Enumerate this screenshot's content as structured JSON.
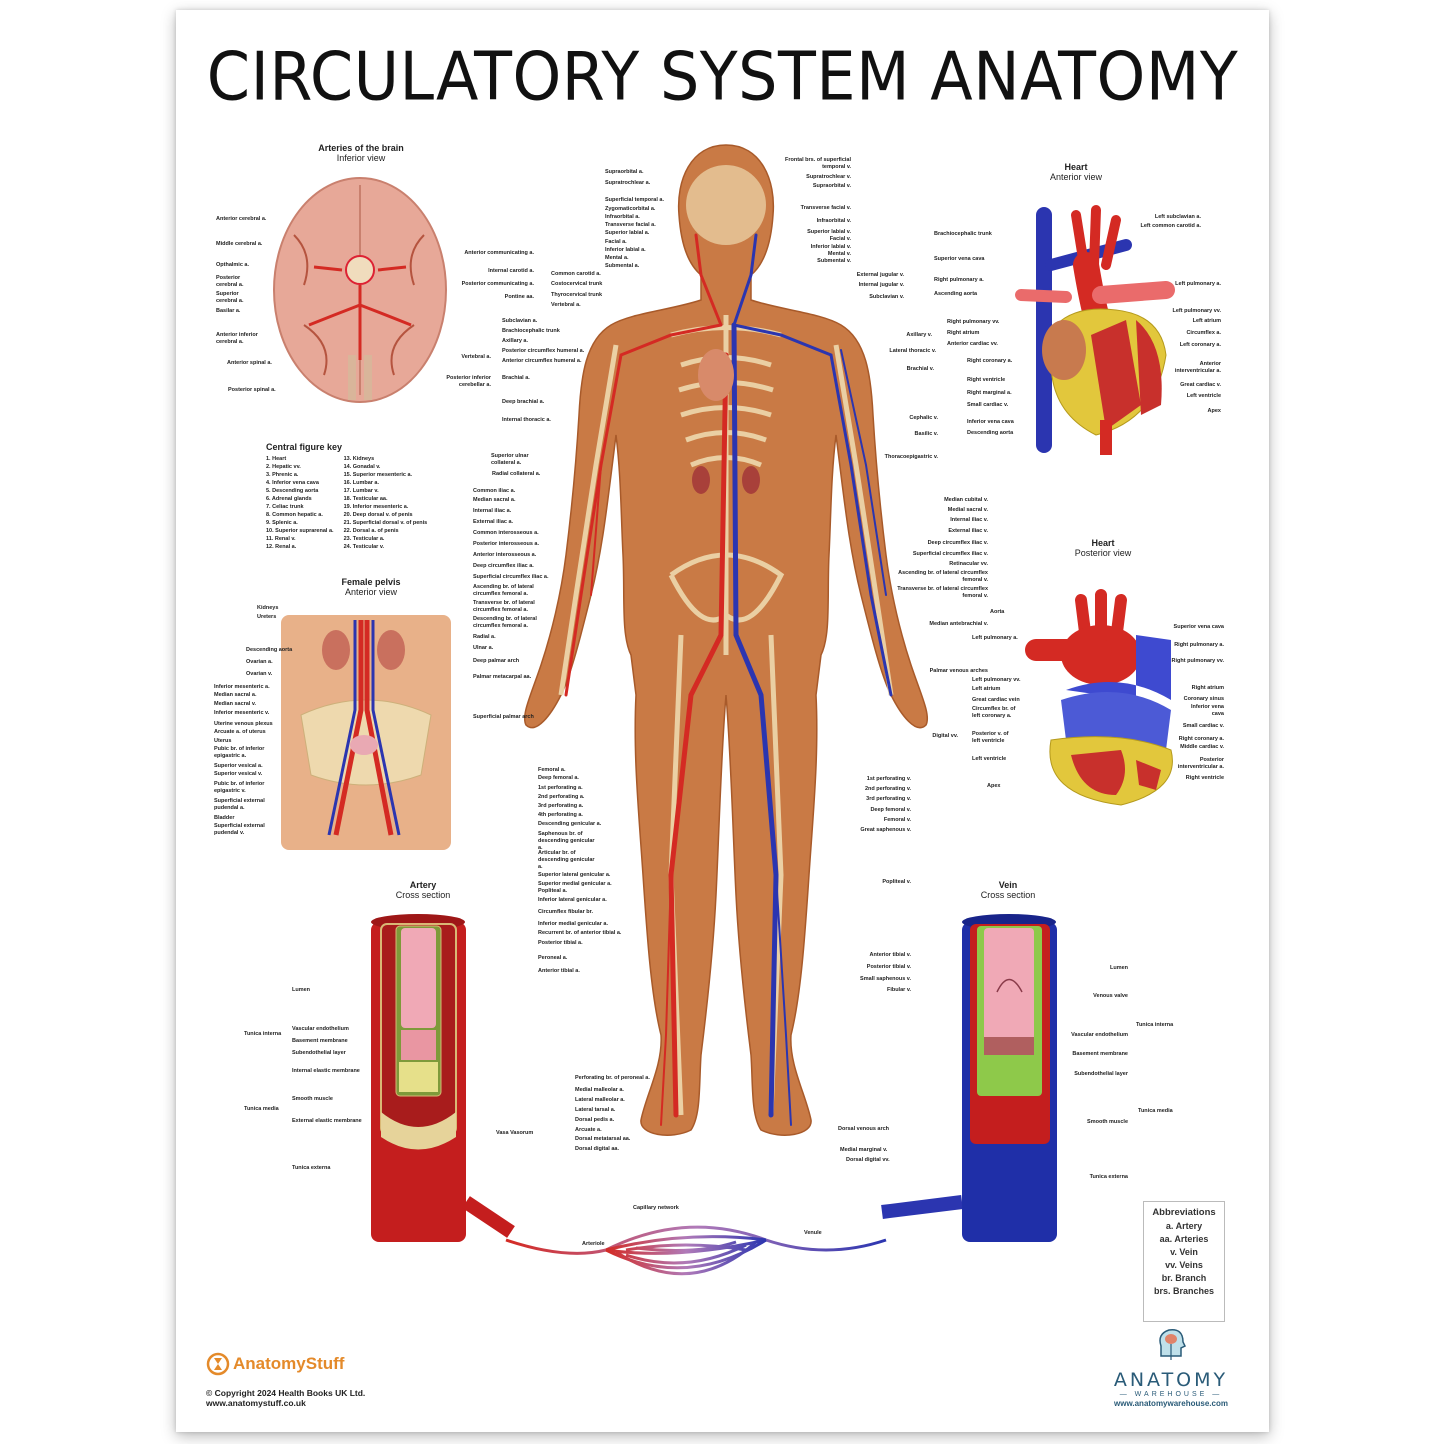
{
  "title": "CIRCULATORY SYSTEM ANATOMY",
  "brain": {
    "title": "Arteries of the brain",
    "subtitle": "Inferior view",
    "labels_left": [
      "Anterior cerebral a.",
      "Middle cerebral a.",
      "Opthalmic a.",
      "Posterior cerebral a.",
      "Superior cerebral a.",
      "Basilar a.",
      "Anterior inferior cerebral a.",
      "Anterior spinal a.",
      "Posterior spinal a."
    ],
    "labels_right": [
      "Anterior communicating a.",
      "Internal carotid a.",
      "Posterior communicating a.",
      "Pontine aa.",
      "Vertebral a.",
      "Posterior inferior cerebellar a."
    ]
  },
  "central_key": {
    "title": "Central figure key",
    "col1": [
      "1. Heart",
      "2. Hepatic vv.",
      "3. Phrenic a.",
      "4. Inferior vena cava",
      "5. Descending aorta",
      "6. Adrenal glands",
      "7. Celiac trunk",
      "8. Common hepatic a.",
      "9. Splenic a.",
      "10. Superior suprarenal a.",
      "11. Renal v.",
      "12. Renal a."
    ],
    "col2": [
      "13. Kidneys",
      "14. Gonadal v.",
      "15. Superior mesenteric a.",
      "16. Lumbar a.",
      "17. Lumbar v.",
      "18. Testicular aa.",
      "19. Inferior mesenteric a.",
      "20. Deep dorsal v. of penis",
      "21. Superficial dorsal v. of penis",
      "22. Dorsal a. of penis",
      "23. Testicular a.",
      "24. Testicular v."
    ]
  },
  "pelvis": {
    "title": "Female pelvis",
    "subtitle": "Anterior view",
    "labels": [
      "Kidneys",
      "Ureters",
      "Descending aorta",
      "Ovarian a.",
      "Ovarian v.",
      "Inferior mesenteric a.",
      "Median sacral a.",
      "Median sacral v.",
      "Inferior mesenteric v.",
      "Uterine venous plexus",
      "Arcuate a. of uterus",
      "Uterus",
      "Pubic br. of inferior epigastric a.",
      "Superior vesical a.",
      "Superior vesical v.",
      "Pubic br. of inferior epigastric v.",
      "Superficial external pudendal a.",
      "Bladder",
      "Superficial external pudendal v."
    ]
  },
  "central_figure": {
    "head_left": [
      "Supraorbital a.",
      "Supratrochlear a.",
      "Superficial temporal a.",
      "Zygomaticorbital a.",
      "Infraorbital a.",
      "Transverse facial a.",
      "Superior labial a.",
      "Facial a.",
      "Inferior labial a.",
      "Mental a.",
      "Submental a."
    ],
    "neck_left": [
      "Common carotid a.",
      "Costocervical trunk",
      "Thyrocervical trunk",
      "Vertebral a."
    ],
    "arm_left": [
      "Subclavian a.",
      "Brachiocephalic trunk",
      "Axillary a.",
      "Posterior circumflex humeral a.",
      "Anterior circumflex humeral a.",
      "Brachial a.",
      "Deep brachial a.",
      "Internal thoracic a.",
      "Superior ulnar collateral a.",
      "Radial collateral a."
    ],
    "forearm_left": [
      "Common iliac a.",
      "Median sacral a.",
      "Internal iliac a.",
      "External iliac a.",
      "Common interosseous a.",
      "Posterior interosseous a.",
      "Anterior interosseous a.",
      "Deep circumflex iliac a.",
      "Superficial circumflex iliac a.",
      "Ascending br. of lateral circumflex femoral a.",
      "Transverse br. of lateral circumflex femoral a.",
      "Descending br. of lateral circumflex femoral a.",
      "Radial a.",
      "Ulnar a.",
      "Deep palmar arch",
      "Palmar metacarpal aa.",
      "Superficial palmar arch"
    ],
    "leg_left": [
      "Femoral a.",
      "Deep femoral a.",
      "1st perforating a.",
      "2nd perforating a.",
      "3rd perforating a.",
      "4th perforating a.",
      "Descending genicular a.",
      "Saphenous br. of descending genicular a.",
      "Articular br. of descending genicular a.",
      "Superior lateral genicular a.",
      "Superior medial genicular a.",
      "Popliteal a.",
      "Inferior lateral genicular a.",
      "Circumflex fibular br.",
      "Inferior medial genicular a.",
      "Recurrent br. of anterior tibial a.",
      "Posterior tibial a.",
      "Peroneal a.",
      "Anterior tibial a."
    ],
    "foot_left": [
      "Perforating br. of peroneal a.",
      "Medial malleolar a.",
      "Lateral malleolar a.",
      "Lateral tarsal a.",
      "Dorsal pedis a.",
      "Arcuate a.",
      "Dorsal metatarsal aa.",
      "Dorsal digital aa."
    ],
    "head_right": [
      "Frontal brs. of superficial temporal v.",
      "Supratrochlear v.",
      "Supraorbital v.",
      "Transverse facial v.",
      "Infraorbital v.",
      "Superior labial v.",
      "Facial v.",
      "Inferior labial v.",
      "Mental v.",
      "Submental v."
    ],
    "neck_right": [
      "External jugular v.",
      "Internal jugular v.",
      "Subclavian v."
    ],
    "arm_right": [
      "Axillary v.",
      "Lateral thoracic v.",
      "Brachial v.",
      "Cephalic v.",
      "Basilic v.",
      "Thoracoepigastric v."
    ],
    "forearm_right": [
      "Median cubital v.",
      "Medial sacral v.",
      "Internal iliac v.",
      "External iliac v.",
      "Deep circumflex iliac v.",
      "Superficial circumflex iliac v.",
      "Retinacular vv.",
      "Ascending br. of lateral circumflex femoral v.",
      "Transverse br. of lateral circumflex femoral v.",
      "Median antebrachial v.",
      "Palmar venous arches",
      "Digital vv."
    ],
    "leg_right": [
      "1st perforating v.",
      "2nd perforating v.",
      "3rd perforating v.",
      "Deep femoral v.",
      "Femoral v.",
      "Great saphenous v.",
      "Popliteal v.",
      "Anterior tibial v.",
      "Posterior tibial v.",
      "Small saphenous v.",
      "Fibular v."
    ],
    "foot_right": [
      "Dorsal venous arch",
      "Medial marginal v.",
      "Dorsal digital vv."
    ]
  },
  "heart_anterior": {
    "title": "Heart",
    "subtitle": "Anterior view",
    "labels_left": [
      "Brachiocephalic trunk",
      "Superior vena cava",
      "Right pulmonary a.",
      "Ascending aorta",
      "Right pulmonary vv.",
      "Right atrium",
      "Anterior cardiac vv.",
      "Right coronary a.",
      "Right ventricle",
      "Right marginal a.",
      "Small cardiac v.",
      "Inferior vena cava",
      "Descending aorta"
    ],
    "labels_right": [
      "Left subclavian a.",
      "Left common carotid a.",
      "Left pulmonary a.",
      "Left pulmonary vv.",
      "Left atrium",
      "Circumflex a.",
      "Left coronary a.",
      "Anterior interventricular a.",
      "Great cardiac v.",
      "Left ventricle",
      "Apex"
    ]
  },
  "heart_posterior": {
    "title": "Heart",
    "subtitle": "Posterior view",
    "labels_left": [
      "Aorta",
      "Left pulmonary a.",
      "Left pulmonary vv.",
      "Left atrium",
      "Great cardiac vein",
      "Circumflex br. of left coronary a.",
      "Posterior v. of left ventricle",
      "Left ventricle",
      "Apex"
    ],
    "labels_right": [
      "Superior vena cava",
      "Right pulmonary a.",
      "Right pulmonary vv.",
      "Right atrium",
      "Coronary sinus",
      "Inferior vena cava",
      "Small cardiac v.",
      "Right coronary a.",
      "Middle cardiac v.",
      "Posterior interventricular a.",
      "Right ventricle"
    ]
  },
  "artery_section": {
    "title": "Artery",
    "subtitle": "Cross section",
    "groups": [
      "Tunica interna",
      "Tunica media"
    ],
    "labels": [
      "Lumen",
      "Vascular endothelium",
      "Basement membrane",
      "Subendothelial layer",
      "Internal elastic membrane",
      "Smooth muscle",
      "External elastic membrane",
      "Tunica externa"
    ],
    "right_label": "Vasa Vasorum"
  },
  "vein_section": {
    "title": "Vein",
    "subtitle": "Cross section",
    "groups": [
      "Tunica interna",
      "Tunica media"
    ],
    "labels": [
      "Lumen",
      "Venous valve",
      "Vascular endothelium",
      "Basement membrane",
      "Subendothelial layer",
      "Smooth muscle",
      "Tunica externa"
    ]
  },
  "capillary": {
    "labels": [
      "Capillary network",
      "Arteriole",
      "Venule"
    ]
  },
  "abbreviations": {
    "title": "Abbreviations",
    "items": [
      "a. Artery",
      "aa. Arteries",
      "v. Vein",
      "vv. Veins",
      "br. Branch",
      "brs. Branches"
    ]
  },
  "footer": {
    "brand_left": "AnatomyStuff",
    "copyright": "© Copyright 2024 Health Books UK Ltd.",
    "url_left": "www.anatomystuff.co.uk",
    "brand_right": "ANATOMY",
    "brand_right_sub": "WAREHOUSE",
    "url_right": "www.anatomywarehouse.com"
  },
  "colors": {
    "artery_red": "#d42a23",
    "vein_blue": "#2b35b0",
    "skin": "#c97a45",
    "bone": "#e8d3a0",
    "brand_orange": "#e48a2a",
    "brand_teal": "#2a5b78"
  }
}
